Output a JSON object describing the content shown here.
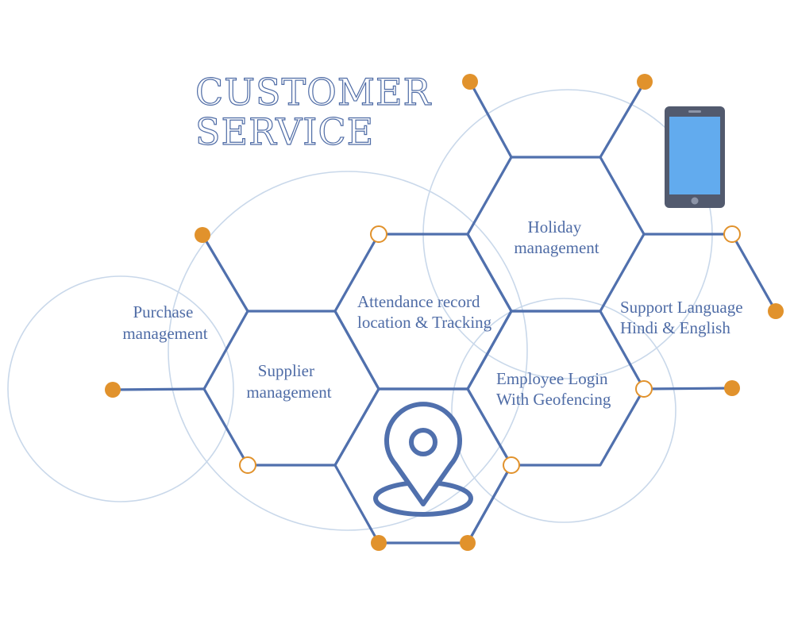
{
  "title": {
    "line1": "CUSTOMER",
    "line2": "SERVICE"
  },
  "labels": {
    "purchase": [
      "Purchase",
      "management"
    ],
    "supplier": [
      "Supplier",
      "management"
    ],
    "attendance": [
      "Attendance record",
      "location & Tracking"
    ],
    "holiday": [
      "Holiday",
      "management"
    ],
    "support_language": [
      "Support Language",
      "Hindi & English"
    ],
    "employee_login": [
      "Employee Login",
      "With Geofencing"
    ]
  },
  "icons": {
    "location": "location-pin-icon",
    "device": "tablet-icon"
  },
  "colors": {
    "line": "#5070ad",
    "text": "#4f6ca6",
    "node": "#e1922c",
    "circle": "#c9d8ea",
    "tablet_body": "#525a6e",
    "tablet_screen": "#62abee"
  }
}
